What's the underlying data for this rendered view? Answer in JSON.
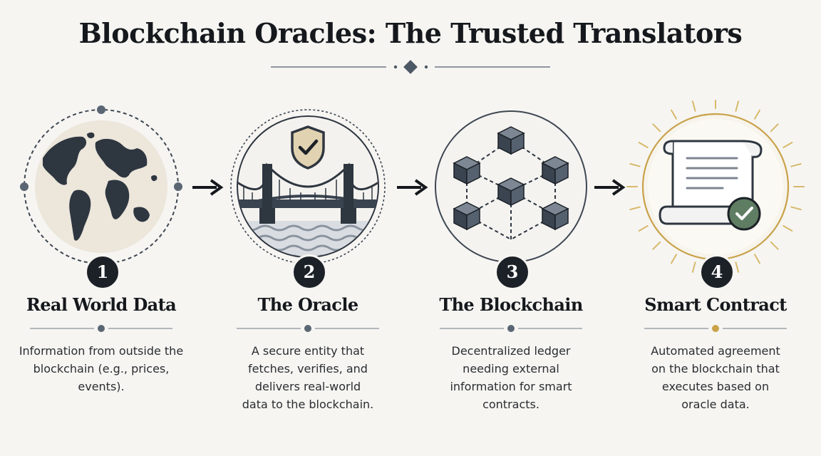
{
  "title": "Blockchain Oracles: The Trusted Translators",
  "colors": {
    "dark": "#1c2127",
    "slate": "#4d5866",
    "cream": "#ece7dc",
    "gold": "#c9a24a",
    "green": "#5e7d62",
    "background": "#f6f5f2"
  },
  "steps": [
    {
      "number": "1",
      "title": "Real World Data",
      "description": "Information from outside the blockchain (e.g., prices, events).",
      "icon": "globe-icon"
    },
    {
      "number": "2",
      "title": "The Oracle",
      "description": "A secure entity that fetches, verifies, and delivers real-world data to the blockchain.",
      "icon": "bridge-shield-icon"
    },
    {
      "number": "3",
      "title": "The Blockchain",
      "description": "Decentralized ledger needing external information for smart contracts.",
      "icon": "block-network-icon"
    },
    {
      "number": "4",
      "title": "Smart Contract",
      "description": "Automated agreement on the blockchain that executes based on oracle data.",
      "icon": "contract-scroll-icon"
    }
  ]
}
